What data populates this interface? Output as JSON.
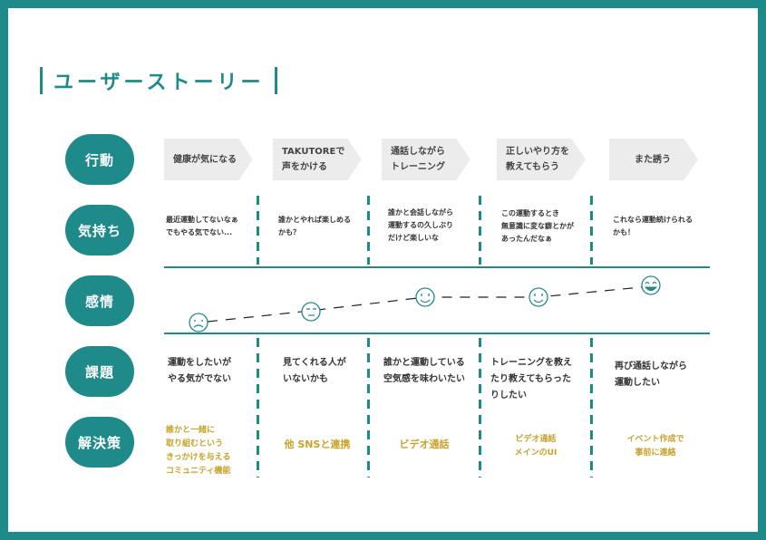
{
  "title": "ユーザーストーリー",
  "rows": {
    "action": "行動",
    "feeling_text": "気持ち",
    "emotion": "感情",
    "issue": "課題",
    "solution": "解決策"
  },
  "steps": [
    {
      "action": "健康が気になる",
      "thought": "最近運動してないなぁ\nでもやる気でない...",
      "issue": "運動をしたいが\nやる気がでない",
      "solution": "誰かと一緒に\n取り組むという\nきっかけを与える\nコミュニティ機能",
      "emotion_icon": "sad-face-icon"
    },
    {
      "action": "TAKUTOREで\n声をかける",
      "thought": "誰かとやれば楽しめる\nかも？",
      "issue": "見てくれる人が\nいないかも",
      "solution": "他 SNSと連携",
      "emotion_icon": "neutral-face-icon"
    },
    {
      "action": "通話しながら\nトレーニング",
      "thought": "誰かと会話しながら\n運動するの久しぶり\nだけど楽しいな",
      "issue": "誰かと運動している\n空気感を味わいたい",
      "solution": "ビデオ通話",
      "emotion_icon": "smile-face-icon"
    },
    {
      "action": "正しいやり方を\n教えてもらう",
      "thought": "この運動するとき\n無意識に変な癖とかが\nあったんだなぁ",
      "issue": "トレーニングを教え\nたり教えてもらった\nりしたい",
      "solution": "ビデオ通話\nメインのUI",
      "emotion_icon": "smile-face-icon"
    },
    {
      "action": "また誘う",
      "thought": "これなら運動続けられる\nかも！",
      "issue": "再び通話しながら\n運動したい",
      "solution": "イベント作成で\n事前に連絡",
      "emotion_icon": "happy-face-icon"
    }
  ],
  "colors": {
    "accent": "#1f8a8a",
    "solution": "#c9a227",
    "arrow": "#ececec"
  }
}
